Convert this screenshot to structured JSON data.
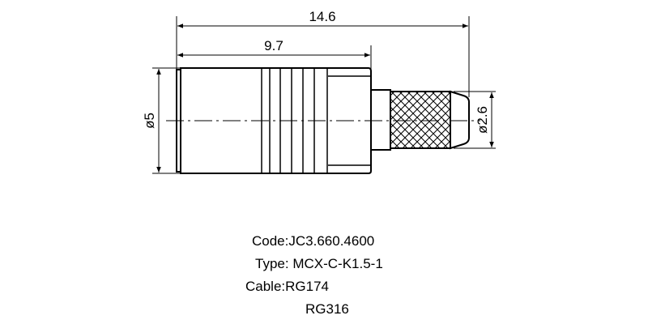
{
  "drawing": {
    "dim_overall_length": "14.6",
    "dim_body_length": "9.7",
    "dim_body_diameter": "ø5",
    "dim_crimp_diameter": "ø2.6"
  },
  "specs": {
    "code_label": "Code:",
    "code_value": "JC3.660.4600",
    "type_label": "Type:",
    "type_value": "MCX-C-K1.5-1",
    "cable_label": "Cable:",
    "cable_values": [
      "RG174",
      "RG316"
    ]
  }
}
